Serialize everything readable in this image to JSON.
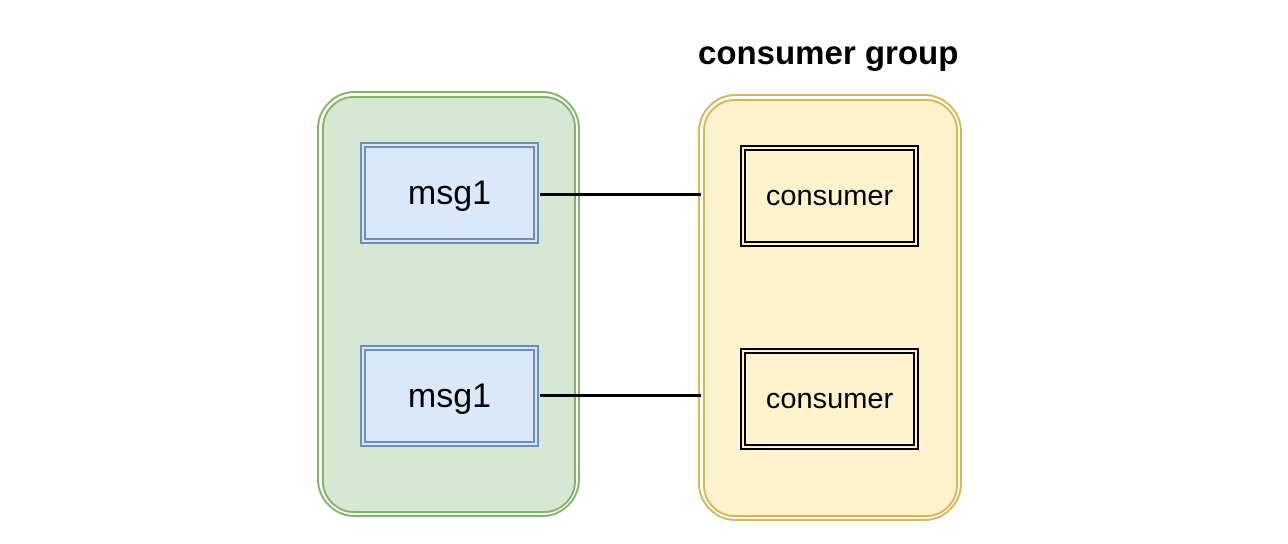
{
  "colors": {
    "canvas-bg": "#ffffff",
    "partition-fill": "#d5e8d4",
    "partition-stroke": "#82b366",
    "message-fill": "#dae8fc",
    "message-stroke": "#6c8ebf",
    "group-fill": "#fff2cc",
    "group-stroke": "#d6b656",
    "consumer-stroke": "#000000",
    "connector": "#000000",
    "text": "#000000"
  },
  "diagram": {
    "partition": {
      "messages": [
        {
          "label": "msg1"
        },
        {
          "label": "msg1"
        }
      ]
    },
    "consumer_group": {
      "title": "consumer group",
      "consumers": [
        {
          "label": "consumer"
        },
        {
          "label": "consumer"
        }
      ]
    },
    "connectors": [
      {
        "from": "msg1-top",
        "to": "consumer-top",
        "color": "#000000",
        "style": "solid"
      },
      {
        "from": "msg1-bottom",
        "to": "consumer-bottom",
        "color": "#000000",
        "style": "solid"
      }
    ]
  }
}
